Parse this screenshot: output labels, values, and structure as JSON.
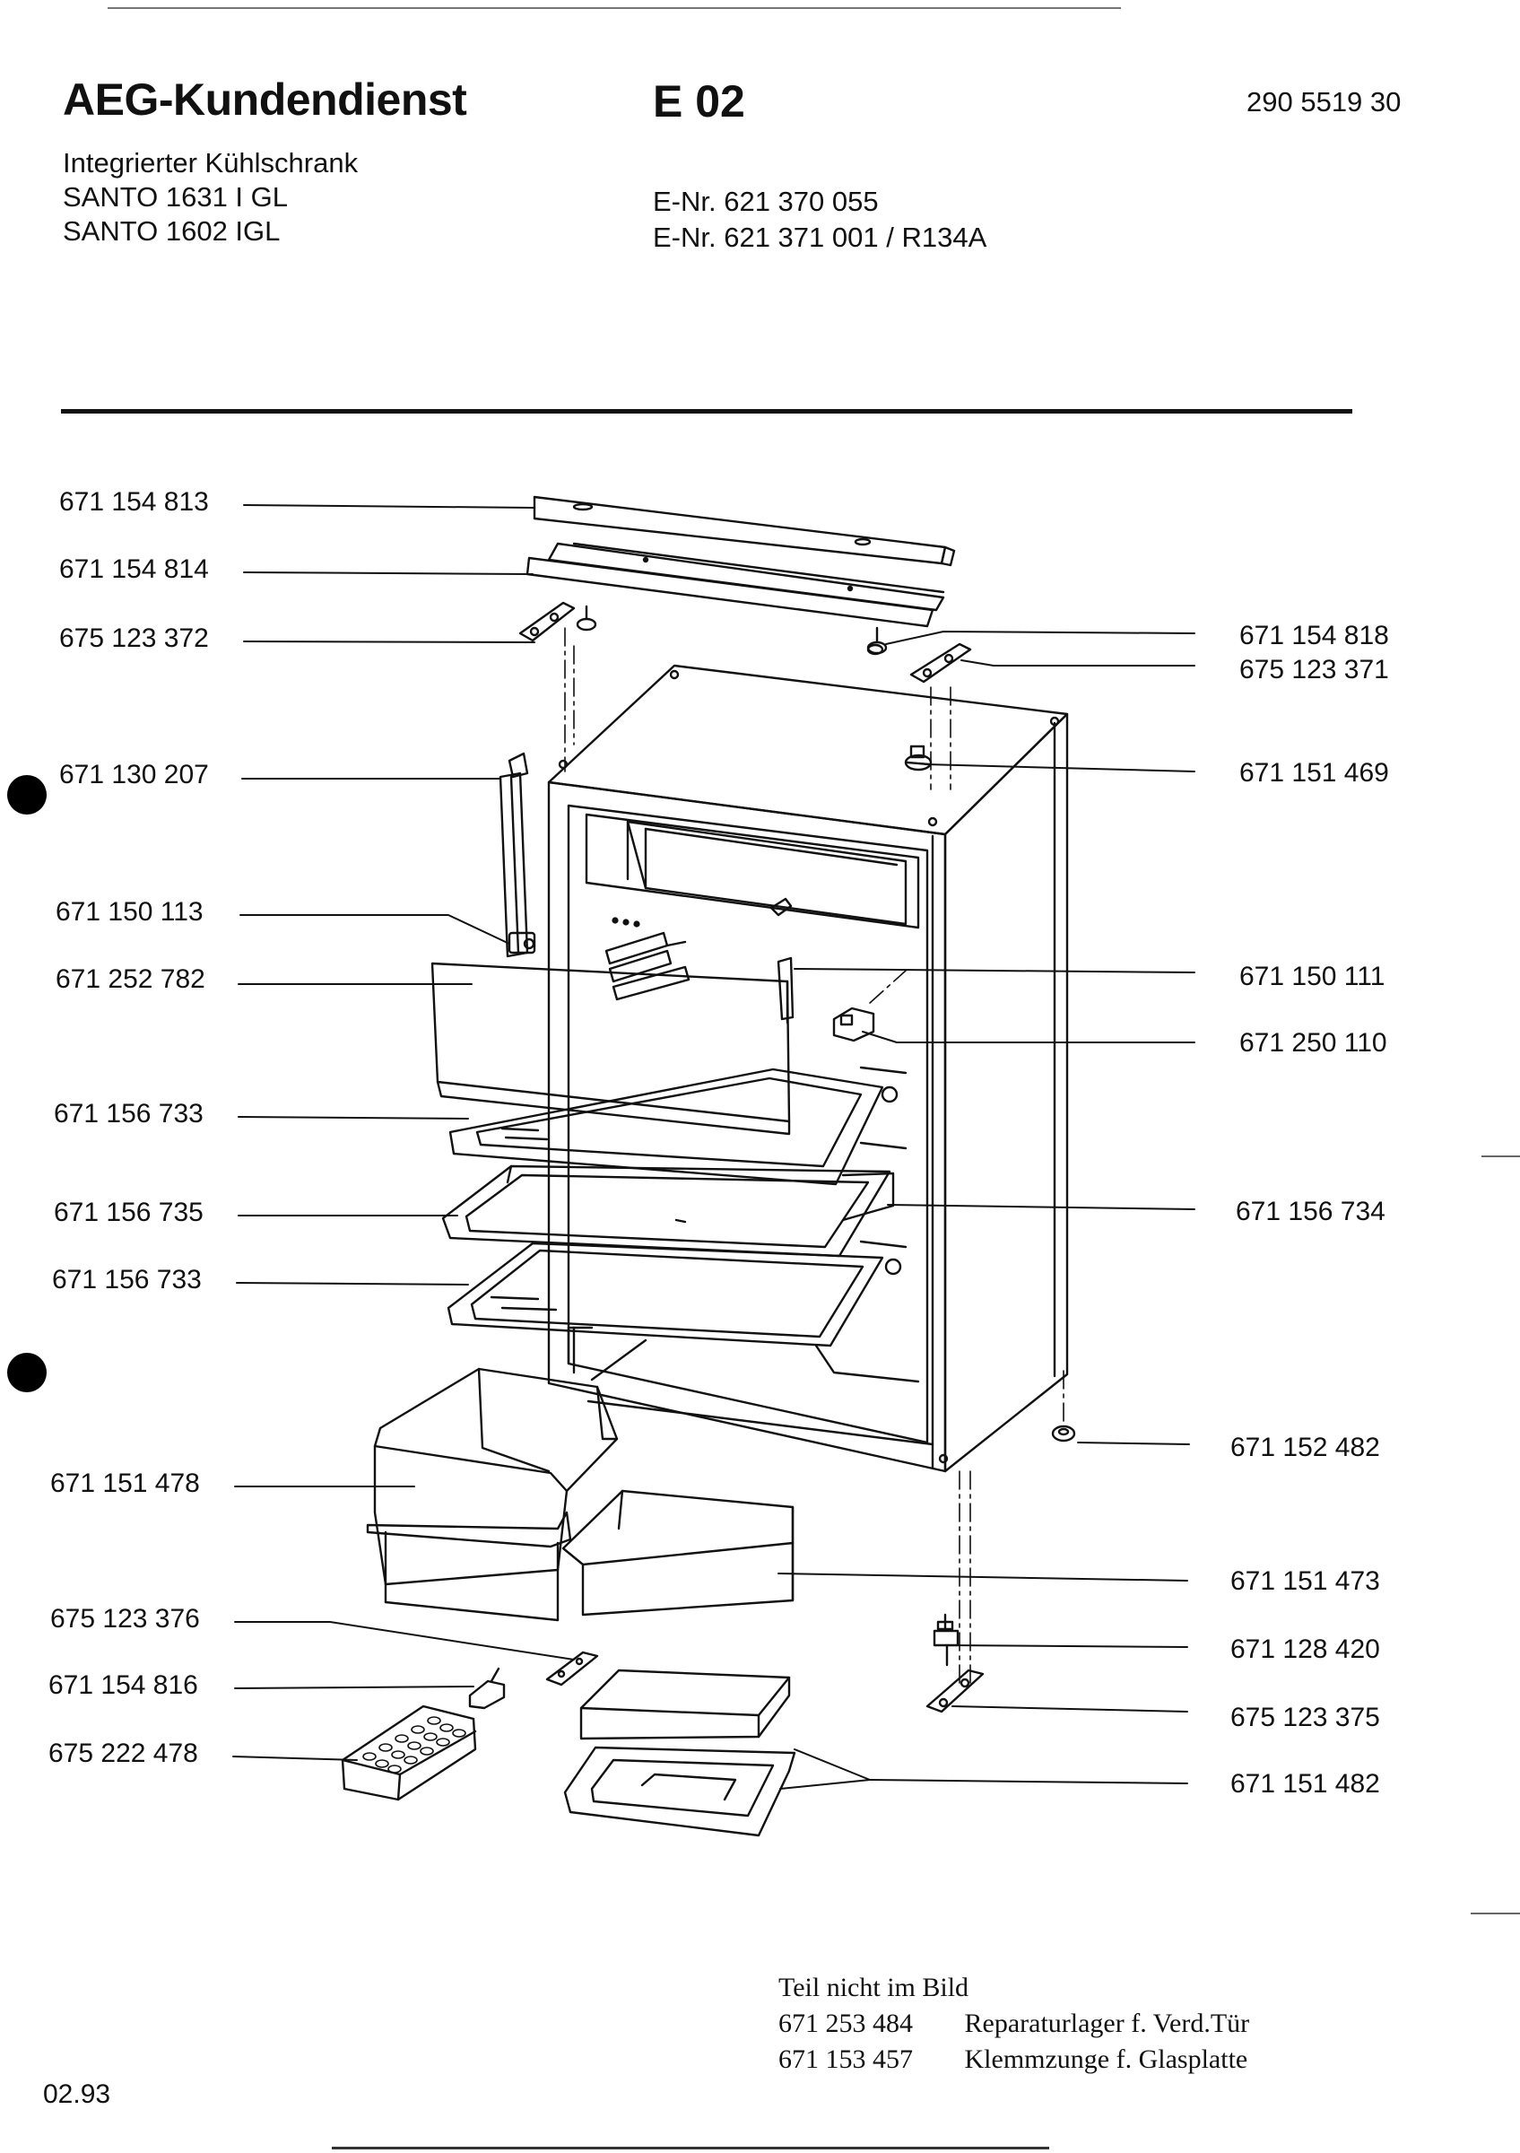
{
  "header": {
    "brand": "AEG-Kundendienst",
    "code": "E 02",
    "doc_number": "290 5519 30",
    "product_type": "Integrierter Kühlschrank",
    "models": [
      "SANTO 1631 I GL",
      "SANTO 1602 IGL"
    ],
    "e_numbers": [
      "E-Nr. 621 370 055",
      "E-Nr. 621 371 001 / R134A"
    ]
  },
  "left_parts": [
    "671 154 813",
    "671 154 814",
    "675 123 372",
    "671 130 207",
    "671 150 113",
    "671 252 782",
    "671 156 733",
    "671 156 735",
    "671 156 733",
    "671 151 478",
    "675 123 376",
    "671 154 816",
    "675 222 478"
  ],
  "right_parts": [
    "671 154 818",
    "675 123 371",
    "671 151 469",
    "671 150 111",
    "671 250 110",
    "671 156 734",
    "671 152 482",
    "671 151 473",
    "671 128 420",
    "675 123 375",
    "671 151 482"
  ],
  "notes": {
    "title": "Teil nicht im Bild",
    "items": [
      {
        "number": "671 253 484",
        "desc": "Reparaturlager f. Verd.Tür"
      },
      {
        "number": "671 153 457",
        "desc": "Klemmzunge f. Glasplatte"
      }
    ]
  },
  "footer": {
    "date": "02.93"
  }
}
